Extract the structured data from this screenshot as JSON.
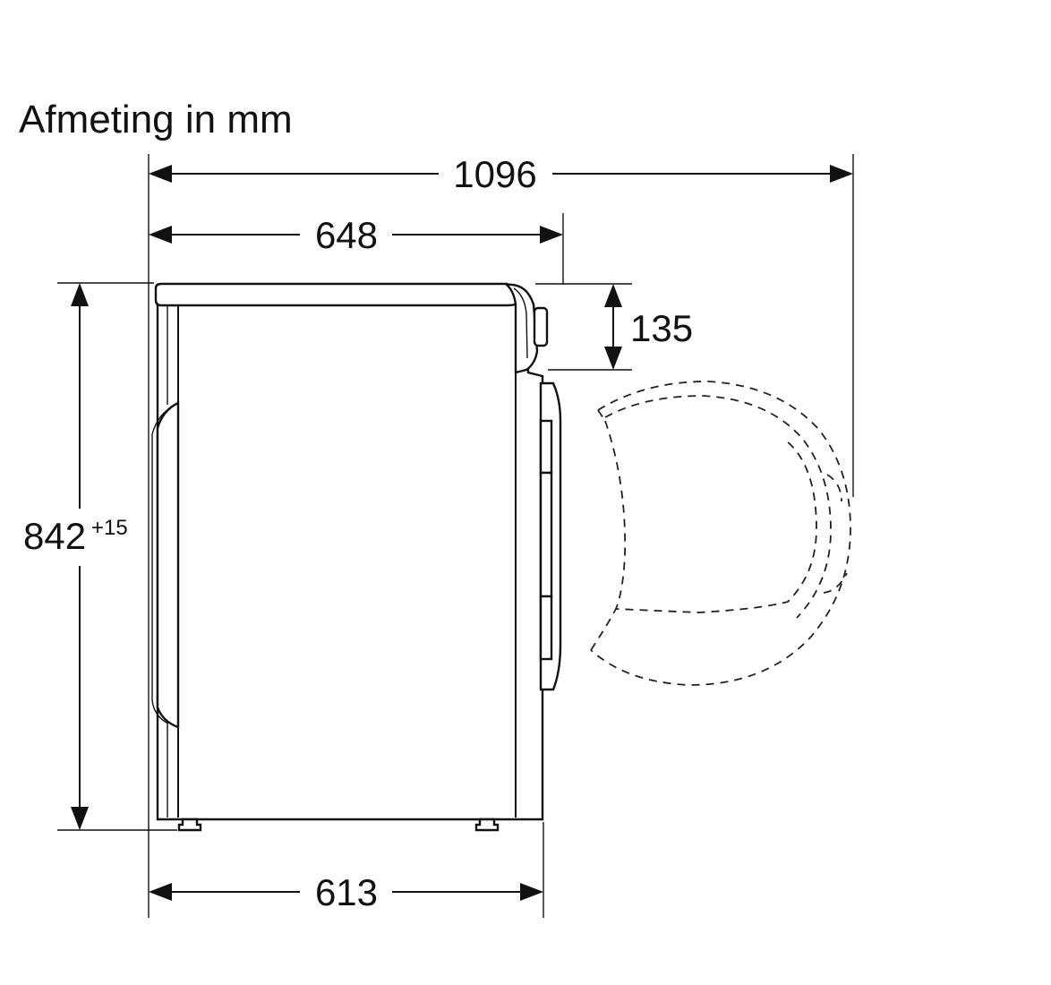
{
  "title": "Afmeting in mm",
  "dimensions": {
    "total_depth_door_open": "1096",
    "depth_incl_door": "648",
    "control_panel_height": "135",
    "height": "842",
    "height_tolerance": "+15",
    "body_depth": "613"
  },
  "colors": {
    "line": "#111111",
    "background": "#ffffff"
  }
}
